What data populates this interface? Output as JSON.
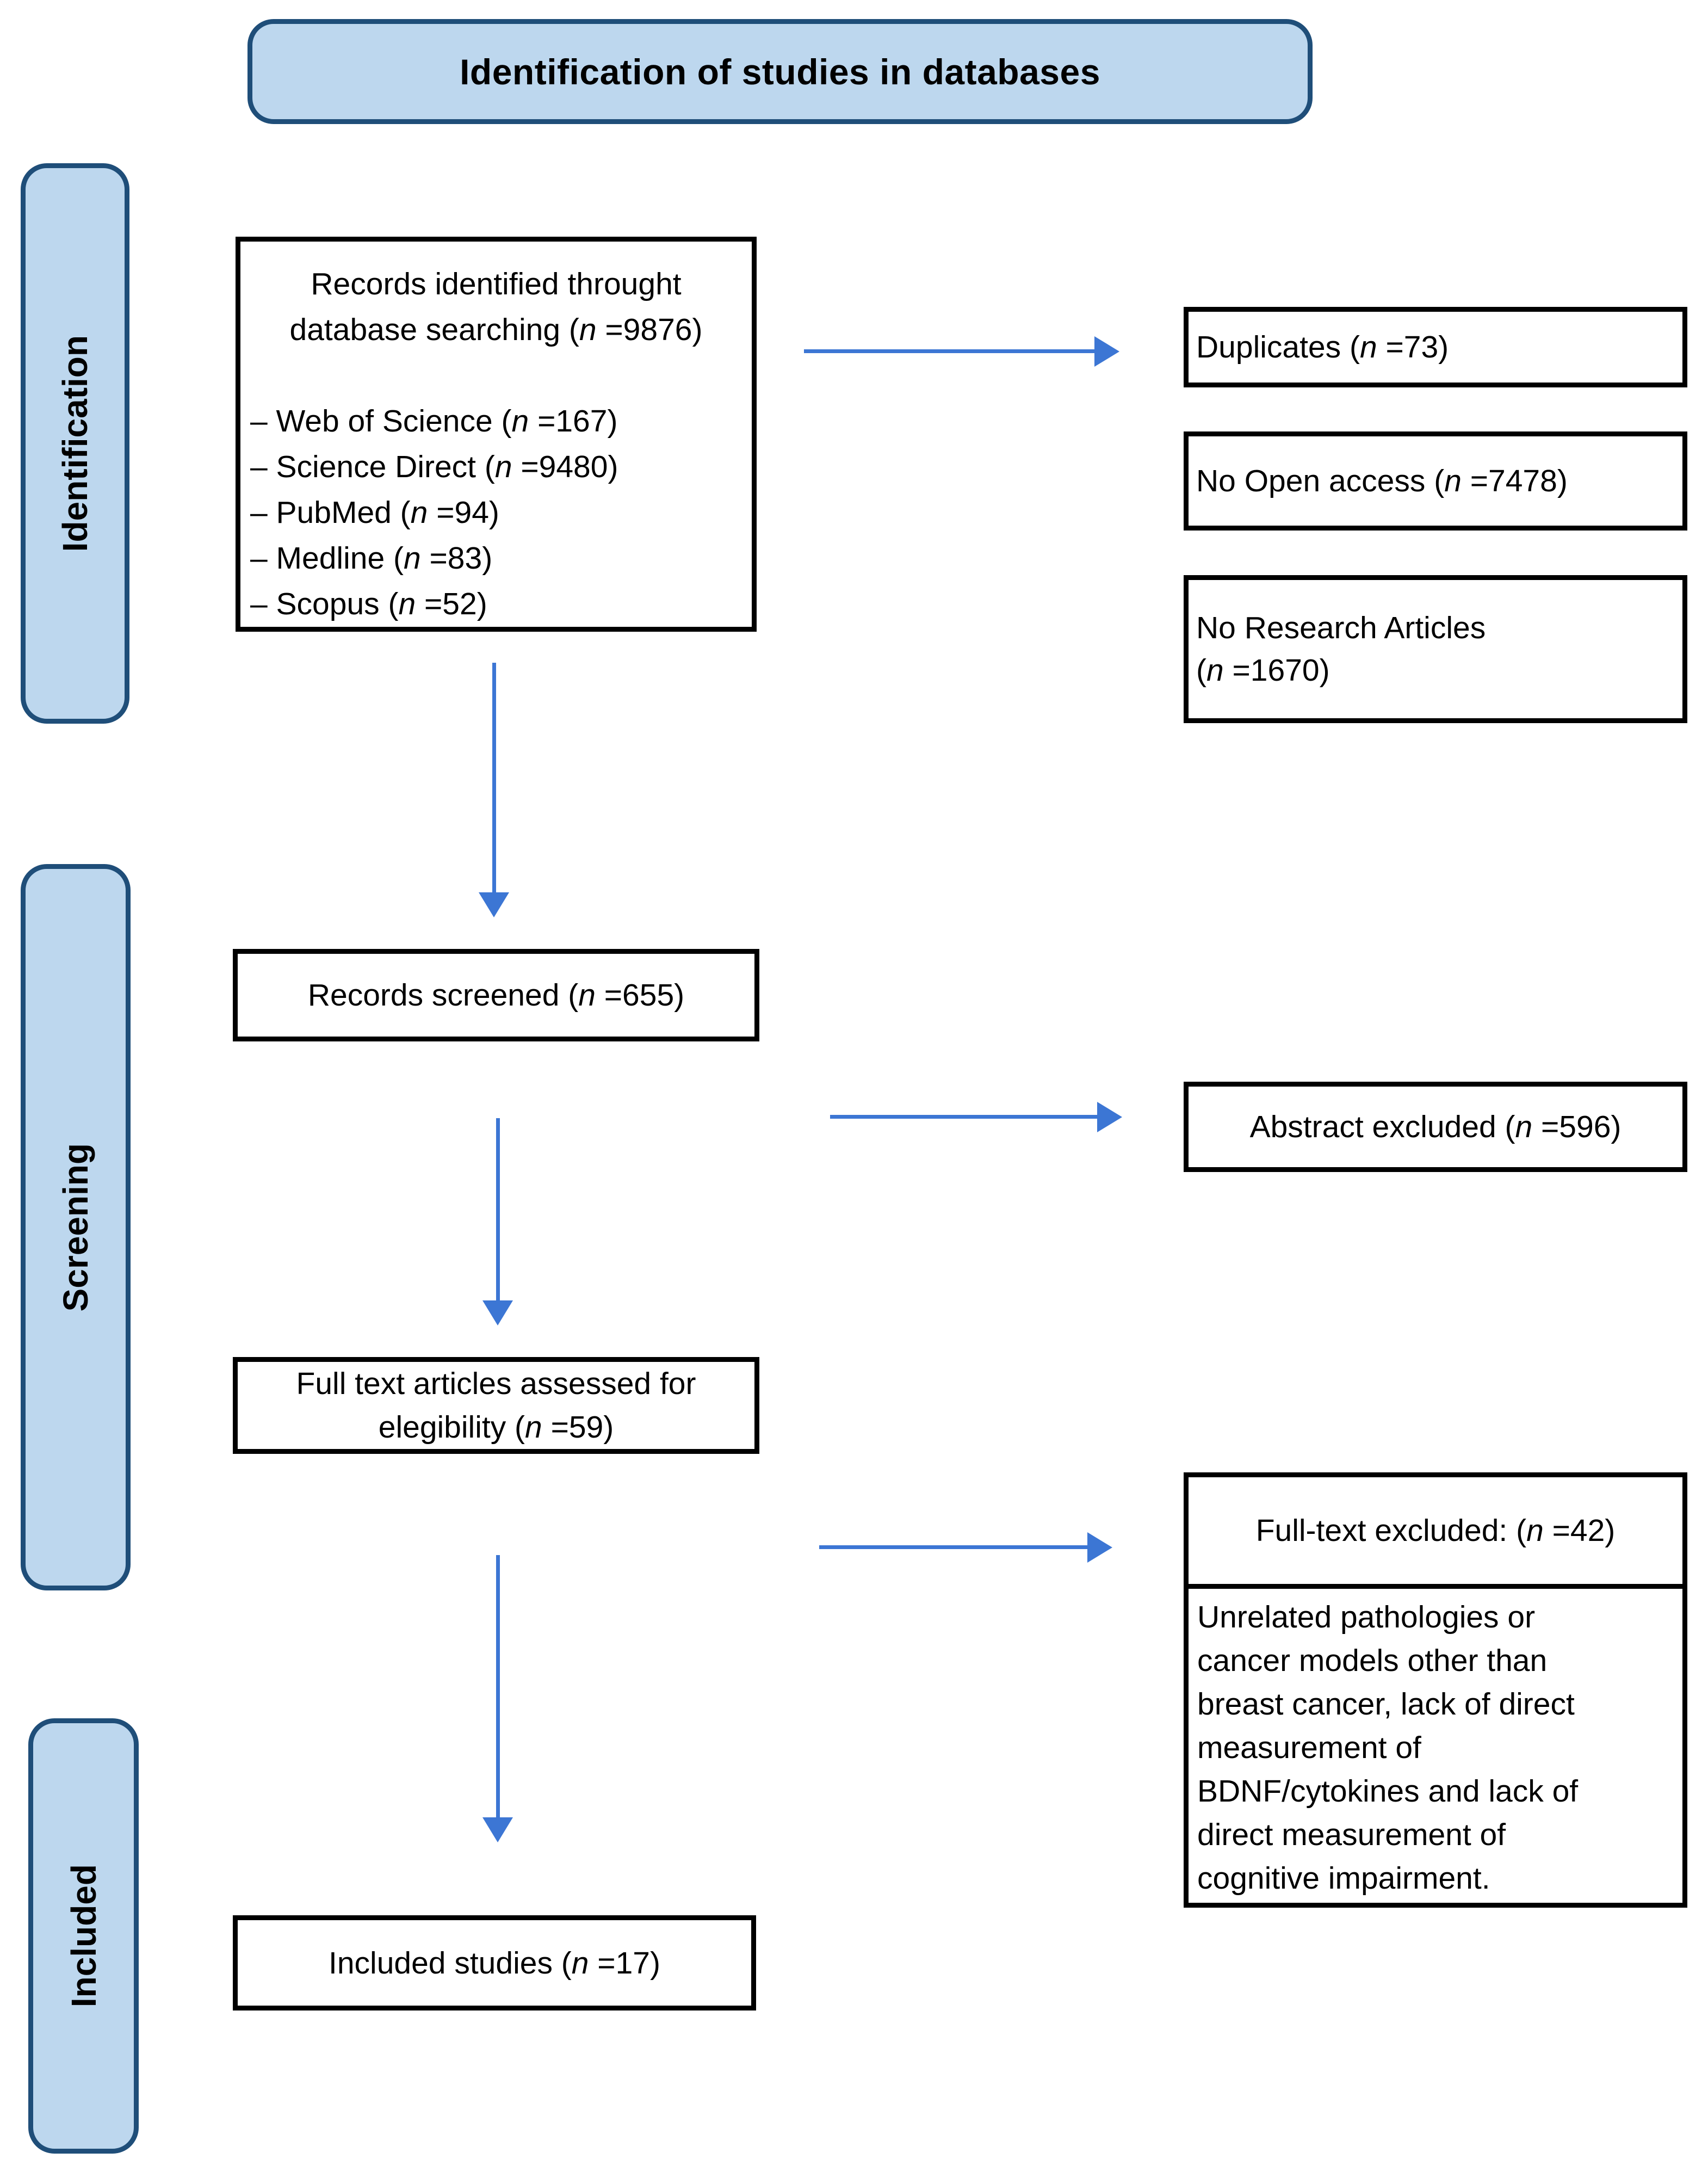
{
  "header": {
    "title": "Identification of studies in databases"
  },
  "stages": [
    {
      "label": "Identification"
    },
    {
      "label": "Screening"
    },
    {
      "label": "Included"
    }
  ],
  "boxes": {
    "records_identified": {
      "line1": "Records identified throught",
      "line2": "database searching (n =9876)",
      "sources": [
        "– Web of Science (n =167)",
        "– Science Direct (n =9480)",
        "– PubMed (n =94)",
        "– Medline (n =83)",
        "– Scopus (n =52)"
      ]
    },
    "records_screened": {
      "text": "Records screened (n =655)"
    },
    "full_text_assessed": {
      "line1": "Full text articles assessed for",
      "line2": "elegibility (n =59)"
    },
    "included_studies": {
      "text": "Included studies (n =17)"
    },
    "duplicates": {
      "text": "Duplicates (n =73)"
    },
    "no_open_access": {
      "text": "No Open access (n =7478)"
    },
    "no_research_articles": {
      "line1": "No Research Articles",
      "line2": "(n =1670)"
    },
    "abstract_excluded": {
      "text": "Abstract excluded (n =596)"
    },
    "full_text_excluded": {
      "title": "Full-text excluded: (n =42)",
      "reason": "Unrelated pathologies or\ncancer models other than\nbreast cancer, lack of direct\nmeasurement of\nBDNF/cytokines and lack of\ndirect measurement of\ncognitive impairment."
    }
  },
  "colors": {
    "stage_fill": "#bdd7ee",
    "stage_border": "#1f4e79",
    "arrow": "#3c76d4",
    "box_border": "#000000"
  }
}
